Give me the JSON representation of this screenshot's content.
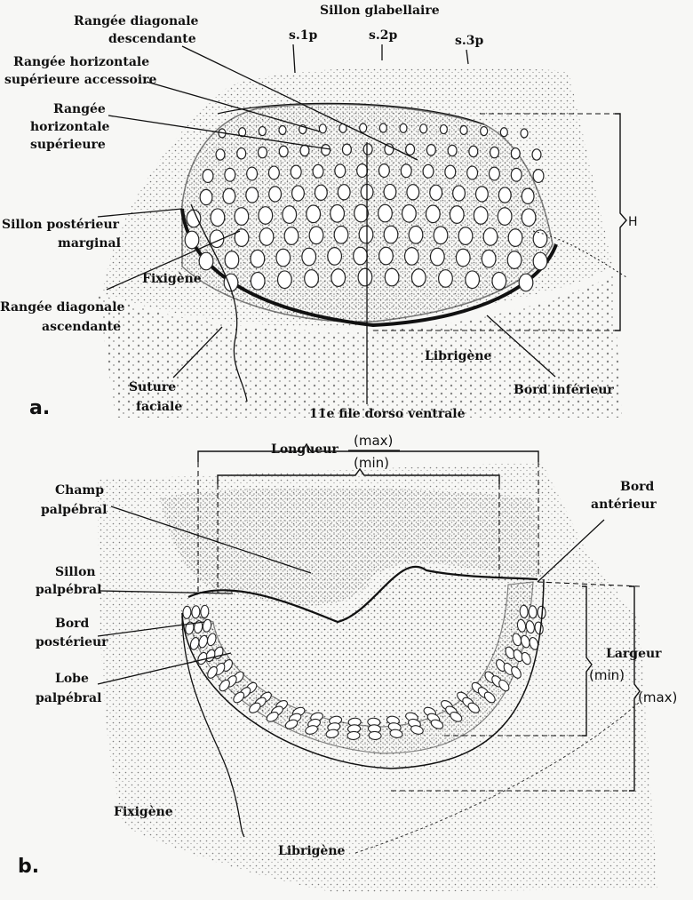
{
  "panel_a": {
    "letter": "a.",
    "labels": {
      "sillon_glabellaire": "Sillon glabellaire",
      "s1p": "s.1p",
      "s2p": "s.2p",
      "s3p": "s.3p",
      "rangee_diag_desc_1": "Rangée diagonale",
      "rangee_diag_desc_2": "descendante",
      "rangee_horiz_sup_acc_1": "Rangée horizontale",
      "rangee_horiz_sup_acc_2": "supérieure accessoire",
      "rangee_horiz_sup_1": "Rangée",
      "rangee_horiz_sup_2": "horizontale",
      "rangee_horiz_sup_3": "supérieure",
      "sillon_post_marg_1": "Sillon postérieur",
      "sillon_post_marg_2": "marginal",
      "fixigene": "Fixigène",
      "rangee_diag_asc_1": "Rangée diagonale",
      "rangee_diag_asc_2": "ascendante",
      "suture_1": "Suture",
      "suture_2": "faciale",
      "librigene": "Librigène",
      "bord_inferieur": "Bord inférieur",
      "file_dorso": "11e file dorso ventrale",
      "h": "H"
    }
  },
  "panel_b": {
    "letter": "b.",
    "labels": {
      "longueur": "Longueur",
      "max_top": "(max)",
      "min_top": "(min)",
      "champ_1": "Champ",
      "champ_2": "palpébral",
      "sillon_palp_1": "Sillon",
      "sillon_palp_2": "palpébral",
      "bord_post_1": "Bord",
      "bord_post_2": "postérieur",
      "lobe_1": "Lobe",
      "lobe_2": "palpébral",
      "bord_ant_1": "Bord",
      "bord_ant_2": "antérieur",
      "largeur": "Largeur",
      "min_right": "(min)",
      "max_right": "(max)",
      "fixigene": "Fixigène",
      "librigene": "Librigène"
    }
  }
}
